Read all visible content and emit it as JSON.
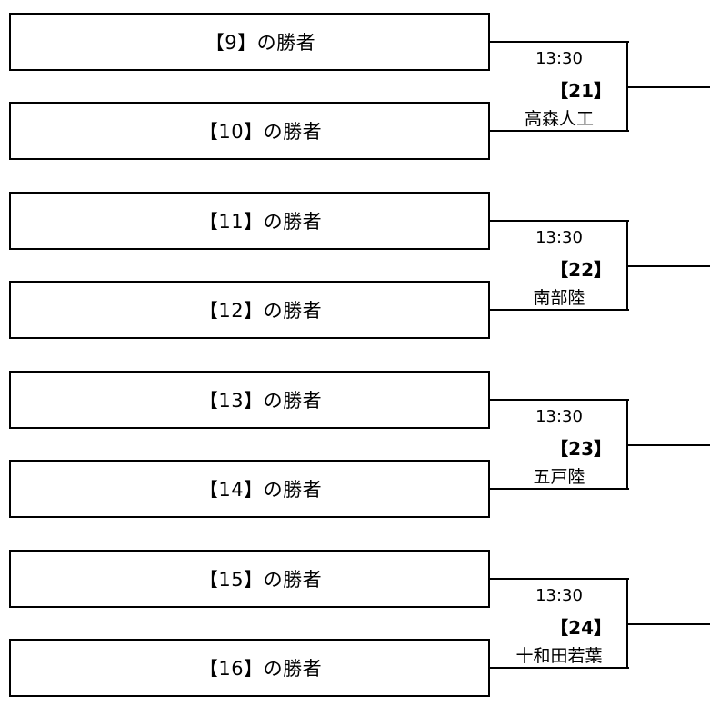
{
  "matches": [
    {
      "top_team": "【9】の勝者",
      "bottom_team": "【10】の勝者",
      "time": "13:30",
      "game_number": "【21】",
      "venue": "高森人工"
    },
    {
      "top_team": "【11】の勝者",
      "bottom_team": "【12】の勝者",
      "time": "13:30",
      "game_number": "【22】",
      "venue": "南部陸"
    },
    {
      "top_team": "【13】の勝者",
      "bottom_team": "【14】の勝者",
      "time": "13:30",
      "game_number": "【23】",
      "venue": "五戸陸"
    },
    {
      "top_team": "【15】の勝者",
      "bottom_team": "【16】の勝者",
      "time": "13:30",
      "game_number": "【24】",
      "venue": "十和田若葉"
    }
  ]
}
